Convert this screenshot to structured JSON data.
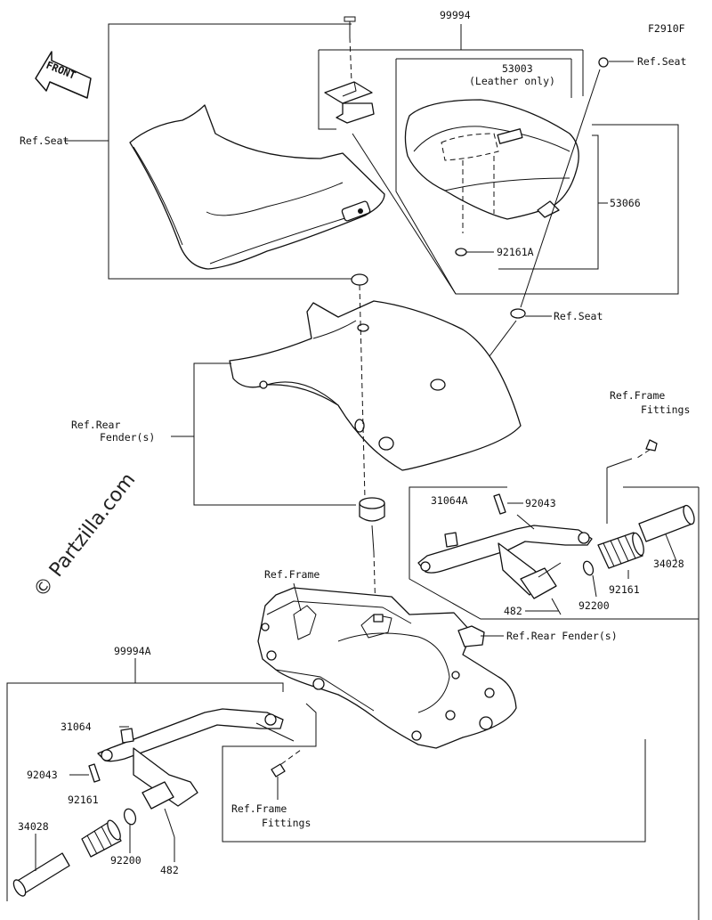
{
  "figure_code": "F2910F",
  "watermark": "© Partzilla.com",
  "front_label": "FRONT",
  "labels": {
    "assy_99994": "99994",
    "assy_99994a": "99994A",
    "p53003": "53003",
    "leather_only": "(Leather only)",
    "p53066": "53066",
    "p92161a": "92161A",
    "ref_seat_top": "Ref.Seat",
    "ref_seat_left": "Ref.Seat",
    "ref_seat_mid": "Ref.Seat",
    "ref_rear_fender": "Ref.Rear",
    "ref_rear_fender_2": "Fender(s)",
    "ref_frame_fittings_r1": "Ref.Frame",
    "ref_frame_fittings_r2": "Fittings",
    "p31064a": "31064A",
    "p92043_r": "92043",
    "p34028_r": "34028",
    "p92161_r": "92161",
    "p92200_r": "92200",
    "p482_r": "482",
    "ref_frame": "Ref.Frame",
    "ref_rear_fender_lower": "Ref.Rear Fender(s)",
    "p31064": "31064",
    "p92043_l": "92043",
    "p92161_l": "92161",
    "p34028_l": "34028",
    "p92200_l": "92200",
    "p482_l": "482",
    "ref_frame_fittings_l1": "Ref.Frame",
    "ref_frame_fittings_l2": "Fittings"
  }
}
